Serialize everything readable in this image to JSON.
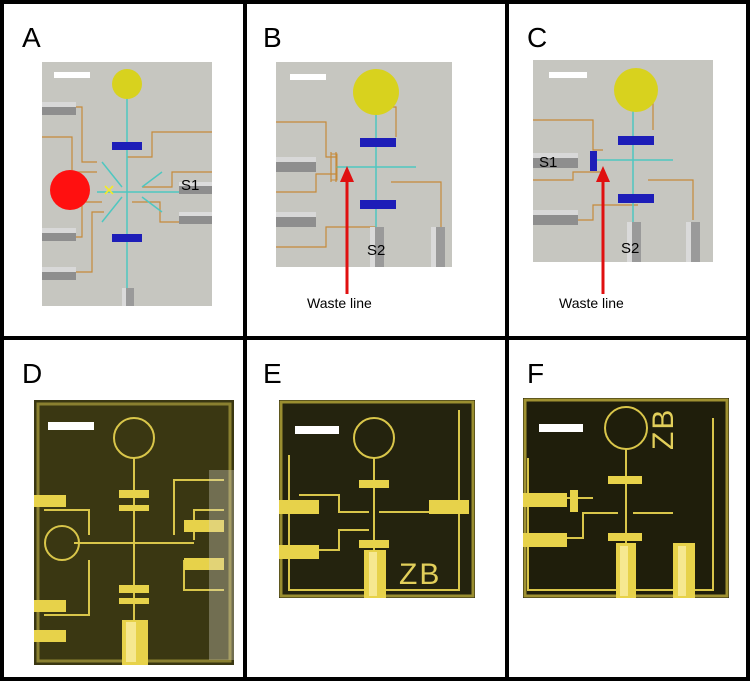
{
  "panels": {
    "a": {
      "letter": "A",
      "port_label": "S1"
    },
    "b": {
      "letter": "B",
      "port_label": "S2",
      "arrow_label": "Waste line"
    },
    "c": {
      "letter": "C",
      "port_label_1": "S1",
      "port_label_2": "S2",
      "arrow_label": "Waste line"
    },
    "d": {
      "letter": "D"
    },
    "e": {
      "letter": "E",
      "engraving": "ZB"
    },
    "f": {
      "letter": "F",
      "engraving": "ZB"
    }
  },
  "colors": {
    "chip_gray": "#c6c6c0",
    "channel_orange": "#c58a3a",
    "channel_cyan": "#4fc7c0",
    "valve_blue": "#1d1db8",
    "reservoir_yellow": "#d8d21e",
    "red_dot": "#ff1010",
    "arrow_red": "#e01010",
    "resin_dark": "#2b2a12",
    "resin_yellow": "#e7d24a"
  }
}
